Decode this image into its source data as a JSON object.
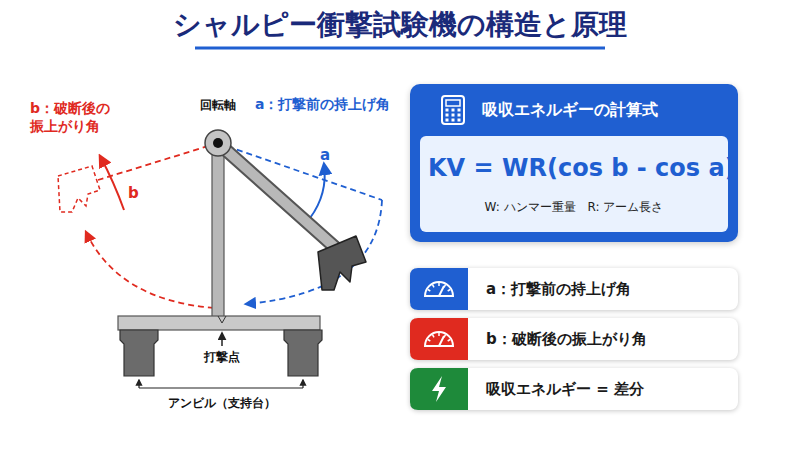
{
  "diagram": {
    "title": "シャルピー衝撃試験機の構造と原理",
    "nodes": [
      {
        "text": [
          "吸収エネルギーの計算式"
        ]
      },
      {
        "text": [
          "KV = WR(cos b - cos a)",
          "W: ハンマー重量",
          "R: アーム長さ"
        ],
        "in": 0
      },
      {
        "text": [
          "a：打撃前の持上げ角"
        ]
      },
      {
        "text": [
          "b：破断後の振上がり角"
        ]
      },
      {
        "text": [
          "吸収エネルギー = 差分"
        ]
      }
    ],
    "labels": [
      "b：破断後の 振上がり角",
      "回転軸",
      "a：打撃前の持上げ角",
      "a",
      "b",
      "打撃点",
      "アンビル（支持台）"
    ]
  }
}
